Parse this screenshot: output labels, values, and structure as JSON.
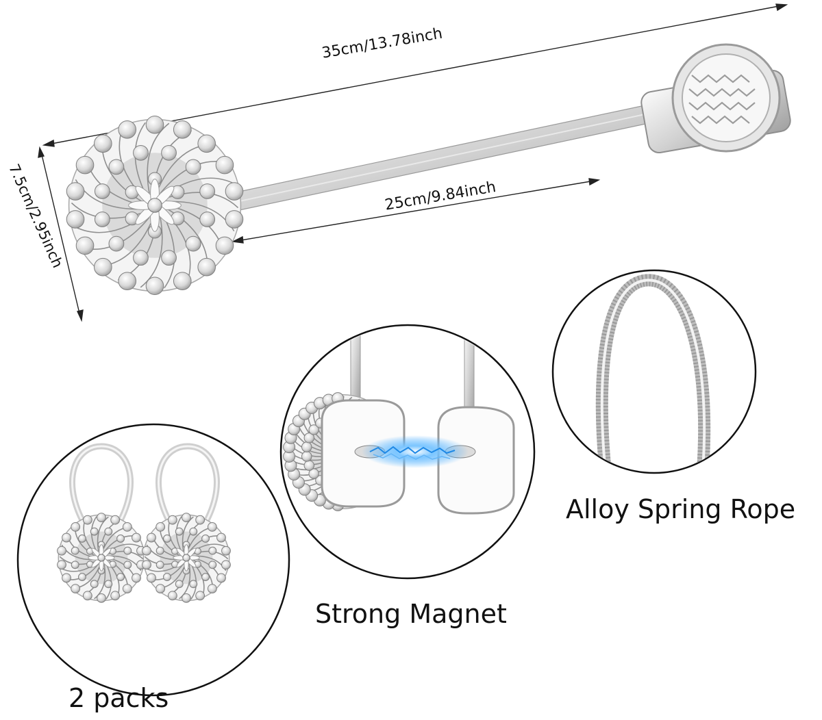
{
  "dimensions": {
    "total_length": "35cm/13.78inch",
    "rope_length": "25cm/9.84inch",
    "head_diameter": "7.5cm/2.95inch"
  },
  "captions": {
    "packs": "2 packs",
    "magnet": "Strong Magnet",
    "rope": "Alloy Spring Rope"
  },
  "colors": {
    "silver_light": "#f2f2f2",
    "silver_mid": "#c9c9c9",
    "silver_dark": "#8e8e8e",
    "magnet_glow": "#3fa9ff",
    "line": "#222222"
  }
}
